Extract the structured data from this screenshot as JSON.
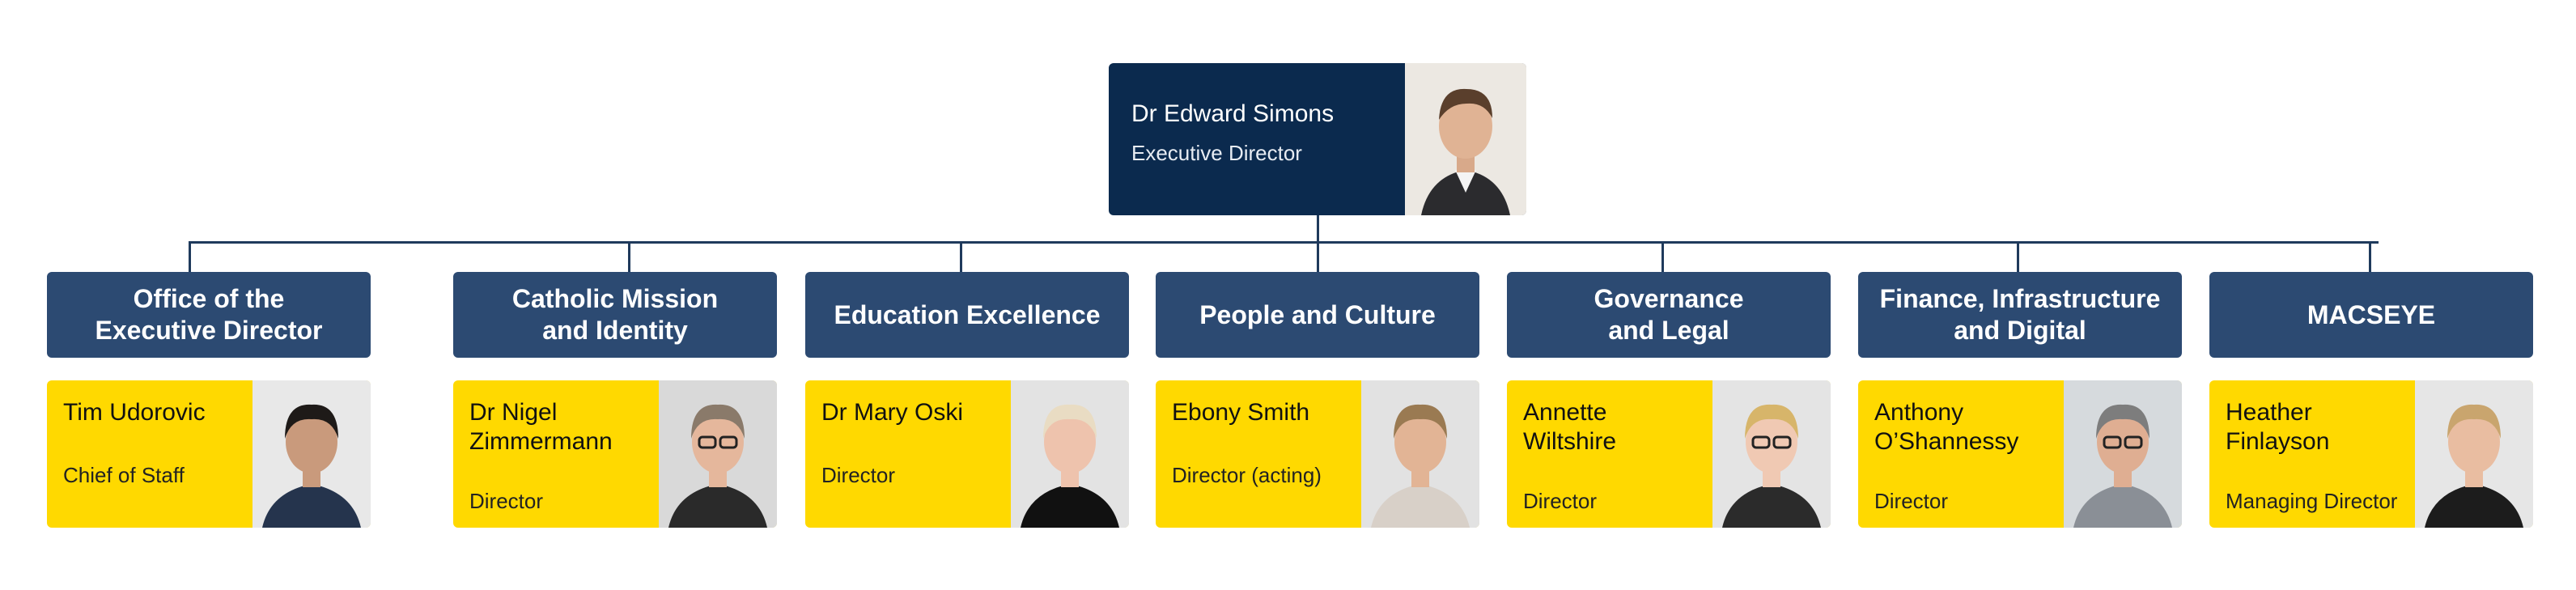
{
  "executive": {
    "name": "Dr Edward Simons",
    "role": "Executive Director",
    "photo_icon": "person-photo"
  },
  "departments": [
    {
      "title": "Office of the\nExecutive Director",
      "person": {
        "name": "Tim Udorovic",
        "role": "Chief of Staff"
      }
    },
    {
      "title": "Catholic Mission\nand Identity",
      "person": {
        "name": "Dr Nigel\nZimmermann",
        "role": "Director"
      }
    },
    {
      "title": "Education Excellence",
      "person": {
        "name": "Dr Mary Oski",
        "role": "Director"
      }
    },
    {
      "title": "People and Culture",
      "person": {
        "name": "Ebony Smith",
        "role": "Director (acting)"
      }
    },
    {
      "title": "Governance\nand Legal",
      "person": {
        "name": "Annette\nWiltshire",
        "role": "Director"
      }
    },
    {
      "title": "Finance, Infrastructure\nand Digital",
      "person": {
        "name": "Anthony\nO’Shannessy",
        "role": "Director"
      }
    },
    {
      "title": "MACSEYE",
      "person": {
        "name": "Heather\nFinlayson",
        "role": "Managing Director"
      }
    }
  ],
  "colors": {
    "executive_card": "#0b2a4e",
    "department_header": "#2c4a72",
    "person_card": "#ffd900",
    "connector": "#1f3a5c"
  }
}
